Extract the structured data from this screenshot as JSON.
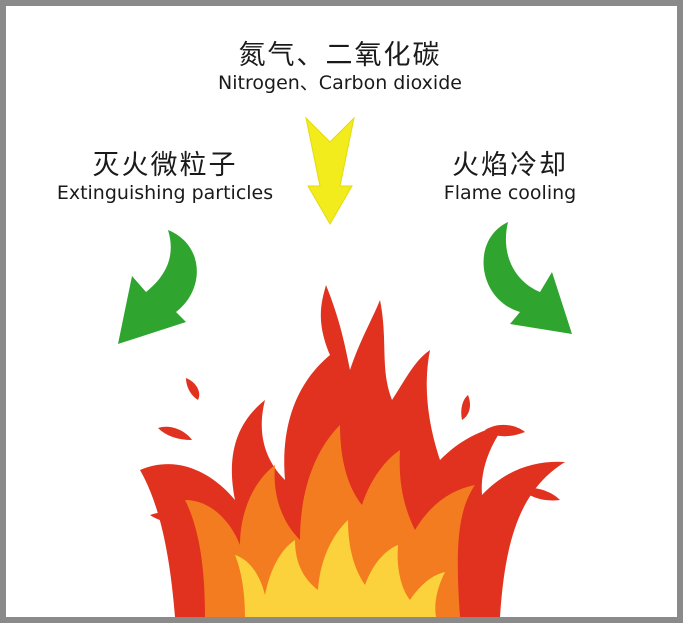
{
  "diagram": {
    "top_label": {
      "zh": "氮气、二氧化碳",
      "en": "Nitrogen、Carbon dioxide"
    },
    "left_label": {
      "zh": "灭火微粒子",
      "en": "Extinguishing particles"
    },
    "right_label": {
      "zh": "火焰冷却",
      "en": "Flame cooling"
    },
    "colors": {
      "frame": "#8a8a8a",
      "top_arrow": "#f2ec1c",
      "side_arrows": "#2fa52f",
      "flame_outer": "#e0321e",
      "flame_middle": "#f47c20",
      "flame_inner": "#fbd23b"
    }
  }
}
